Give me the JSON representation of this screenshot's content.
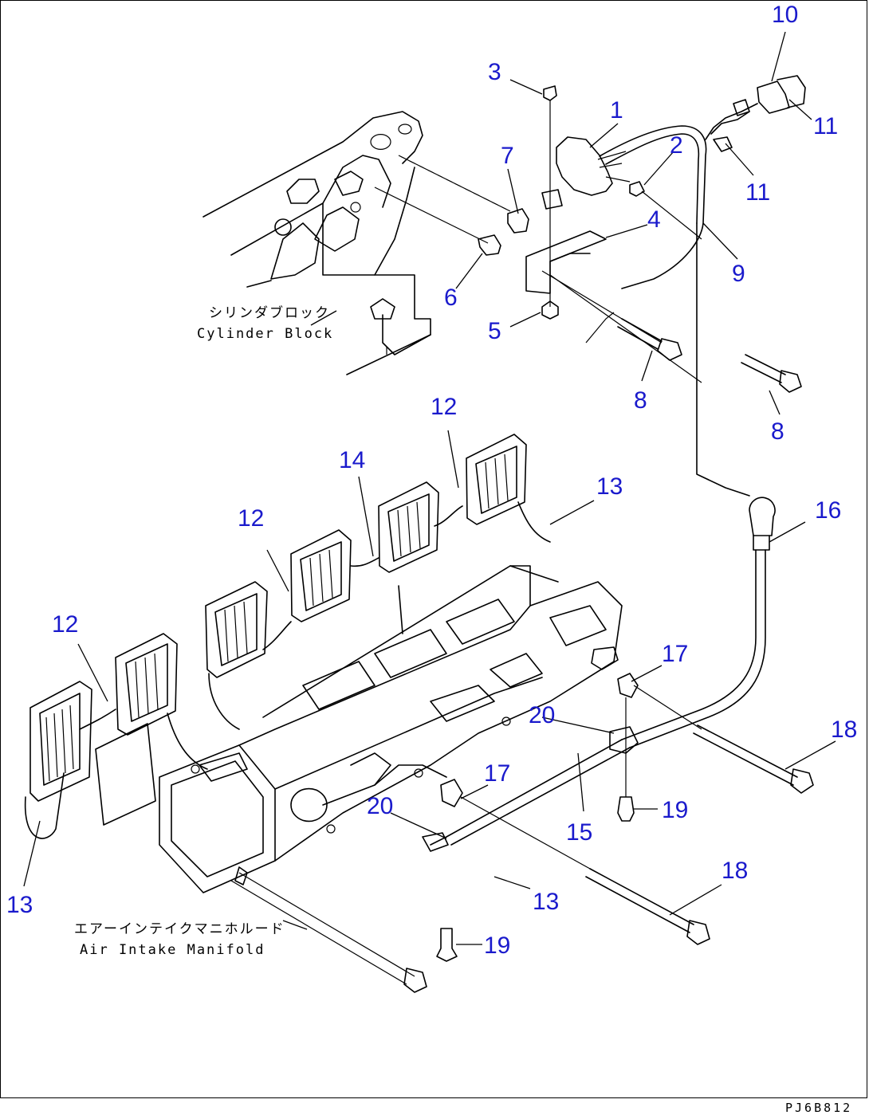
{
  "callouts": [
    {
      "id": "1",
      "label": "1"
    },
    {
      "id": "2",
      "label": "2"
    },
    {
      "id": "3",
      "label": "3"
    },
    {
      "id": "4",
      "label": "4"
    },
    {
      "id": "5",
      "label": "5"
    },
    {
      "id": "6",
      "label": "6"
    },
    {
      "id": "7",
      "label": "7"
    },
    {
      "id": "8a",
      "label": "8"
    },
    {
      "id": "8b",
      "label": "8"
    },
    {
      "id": "9",
      "label": "9"
    },
    {
      "id": "10",
      "label": "10"
    },
    {
      "id": "11a",
      "label": "11"
    },
    {
      "id": "11b",
      "label": "11"
    },
    {
      "id": "12a",
      "label": "12"
    },
    {
      "id": "12b",
      "label": "12"
    },
    {
      "id": "12c",
      "label": "12"
    },
    {
      "id": "13a",
      "label": "13"
    },
    {
      "id": "13b",
      "label": "13"
    },
    {
      "id": "13c",
      "label": "13"
    },
    {
      "id": "14",
      "label": "14"
    },
    {
      "id": "15",
      "label": "15"
    },
    {
      "id": "16",
      "label": "16"
    },
    {
      "id": "17a",
      "label": "17"
    },
    {
      "id": "17b",
      "label": "17"
    },
    {
      "id": "18a",
      "label": "18"
    },
    {
      "id": "18b",
      "label": "18"
    },
    {
      "id": "19a",
      "label": "19"
    },
    {
      "id": "19b",
      "label": "19"
    },
    {
      "id": "20a",
      "label": "20"
    },
    {
      "id": "20b",
      "label": "20"
    }
  ],
  "captions": {
    "cylinder_block_jp": "シリンダブロック",
    "cylinder_block_en": "Cylinder Block",
    "air_intake_jp": "エアーインテイクマニホルード",
    "air_intake_en": "Air Intake Manifold"
  },
  "drawing_code": "PJ6B812",
  "colors": {
    "callout": "#1a1acc",
    "line": "#000000",
    "background": "#ffffff"
  }
}
